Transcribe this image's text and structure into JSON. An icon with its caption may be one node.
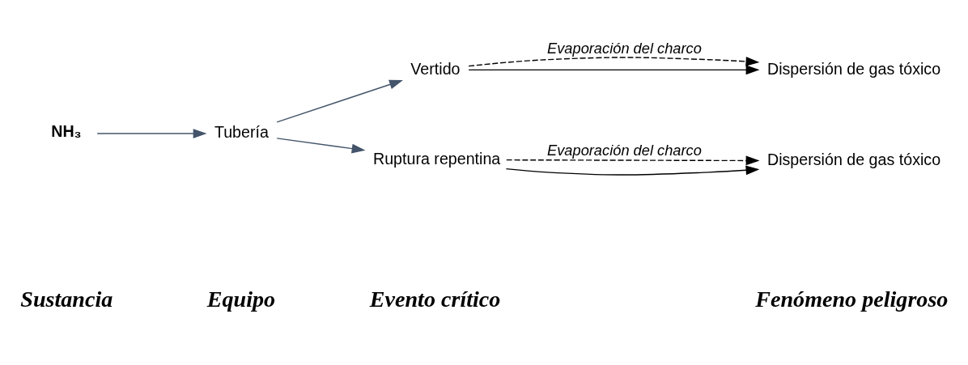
{
  "diagram": {
    "nodes": [
      {
        "text": [
          "NH₃"
        ]
      },
      {
        "text": [
          "Tubería"
        ]
      },
      {
        "text": [
          "Vertido"
        ]
      },
      {
        "text": [
          "Ruptura repentina"
        ]
      },
      {
        "text": [
          "Dispersión de gas tóxico"
        ]
      },
      {
        "text": [
          "Dispersión de gas tóxico"
        ]
      }
    ],
    "edges": [
      {
        "from": 0,
        "to": 1,
        "arrow": "to",
        "color": "#44546a"
      },
      {
        "from": 1,
        "to": 2,
        "arrow": "to",
        "color": "#44546a"
      },
      {
        "from": 1,
        "to": 3,
        "arrow": "to",
        "color": "#44546a"
      },
      {
        "from": 2,
        "to": 4,
        "arrow": "to",
        "style": "dashed",
        "label": "Evaporación del charco"
      },
      {
        "from": 2,
        "to": 4,
        "arrow": "to"
      },
      {
        "from": 3,
        "to": 5,
        "arrow": "to",
        "style": "dashed",
        "label": "Evaporación del charco"
      },
      {
        "from": 3,
        "to": 5,
        "arrow": "to"
      }
    ],
    "labels": [
      "Sustancia",
      "Equipo",
      "Evento crítico",
      "Fenómeno peligroso"
    ]
  }
}
